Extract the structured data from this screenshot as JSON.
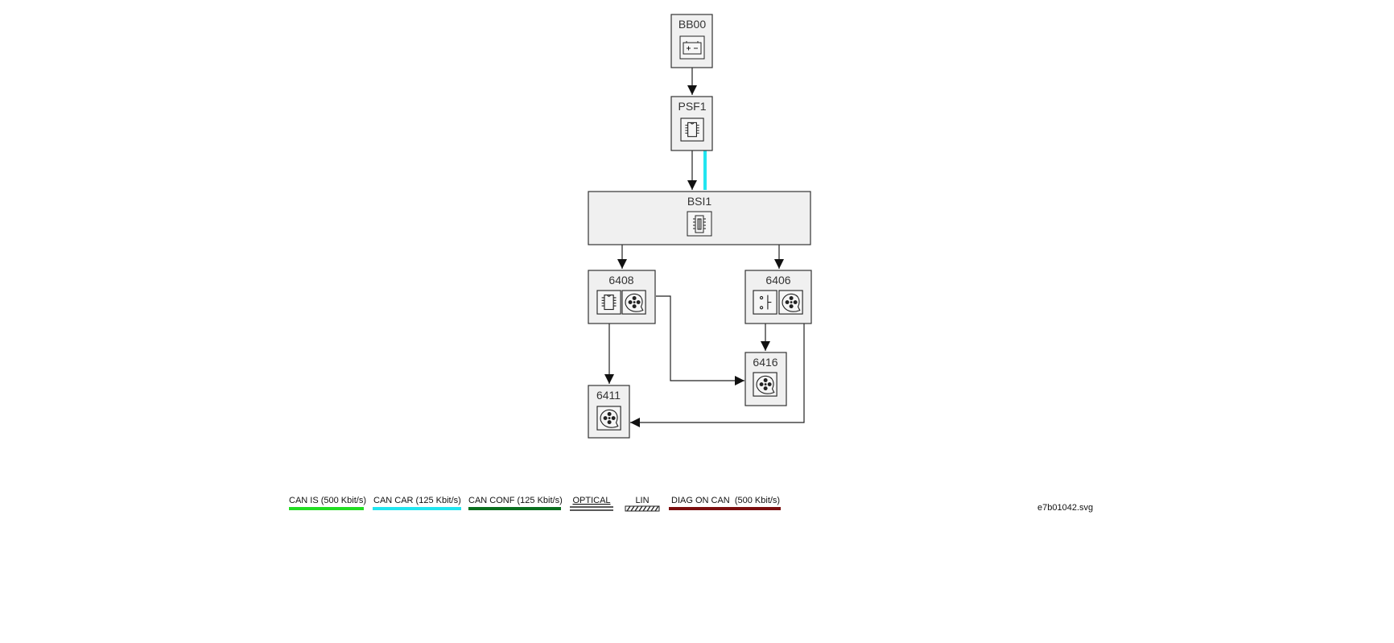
{
  "nodes": {
    "bb00": {
      "label": "BB00",
      "icon": "battery-icon"
    },
    "psf1": {
      "label": "PSF1",
      "icon": "chip-icon"
    },
    "bsi1": {
      "label": "BSI1",
      "icon": "fuse-box-icon"
    },
    "n6408": {
      "label": "6408",
      "icons": [
        "chip-icon",
        "fan-icon"
      ]
    },
    "n6406": {
      "label": "6406",
      "icons": [
        "switch-icon",
        "fan-icon"
      ]
    },
    "n6416": {
      "label": "6416",
      "icon": "fan-icon"
    },
    "n6411": {
      "label": "6411",
      "icon": "fan-icon"
    }
  },
  "connections": [
    {
      "from": "BB00",
      "to": "PSF1",
      "type": "wire"
    },
    {
      "from": "PSF1",
      "to": "BSI1",
      "type": "wire"
    },
    {
      "from": "PSF1",
      "to": "BSI1",
      "type": "CAN CAR"
    },
    {
      "from": "BSI1",
      "to": "6408",
      "type": "wire"
    },
    {
      "from": "BSI1",
      "to": "6406",
      "type": "wire"
    },
    {
      "from": "6408",
      "to": "6411",
      "type": "wire"
    },
    {
      "from": "6408",
      "to": "6416",
      "type": "wire"
    },
    {
      "from": "6406",
      "to": "6416",
      "type": "wire"
    },
    {
      "from": "6406",
      "to": "6411",
      "type": "wire"
    }
  ],
  "legend": {
    "can_is": {
      "label": "CAN IS (500 Kbit/s)",
      "color": "#22dd22"
    },
    "can_car": {
      "label": "CAN CAR (125 Kbit/s)",
      "color": "#22e5f0"
    },
    "can_conf": {
      "label": "CAN CONF (125 Kbit/s)",
      "color": "#0a6e1e"
    },
    "optical": {
      "label": "OPTICAL",
      "color": "#222222"
    },
    "lin": {
      "label": "LIN",
      "color": "#222222"
    },
    "diag_on_can": {
      "label": "DIAG ON CAN  (500 Kbit/s)",
      "color": "#7a0e0e"
    }
  },
  "file_name": "e7b01042.svg"
}
